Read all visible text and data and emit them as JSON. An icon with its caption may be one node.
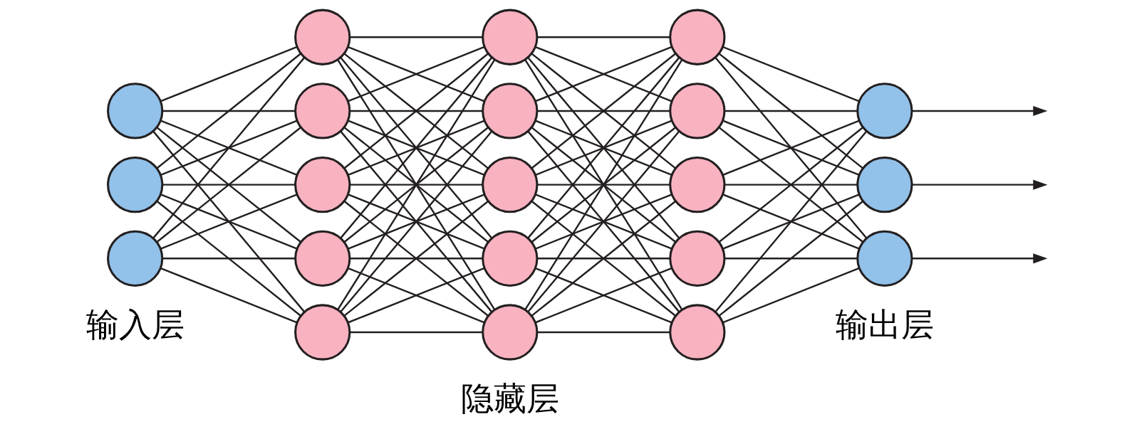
{
  "diagram": {
    "nodes": [
      {
        "text": [],
        "shape": "circle"
      },
      {
        "text": [],
        "shape": "circle"
      },
      {
        "text": [],
        "shape": "circle"
      },
      {
        "text": [],
        "shape": "circle"
      },
      {
        "text": [],
        "shape": "circle"
      },
      {
        "text": [],
        "shape": "circle"
      },
      {
        "text": [],
        "shape": "circle"
      },
      {
        "text": [],
        "shape": "circle"
      },
      {
        "text": [],
        "shape": "circle"
      },
      {
        "text": [],
        "shape": "circle"
      },
      {
        "text": [],
        "shape": "circle"
      },
      {
        "text": [],
        "shape": "circle"
      },
      {
        "text": [],
        "shape": "circle"
      },
      {
        "text": [],
        "shape": "circle"
      },
      {
        "text": [],
        "shape": "circle"
      },
      {
        "text": [],
        "shape": "circle"
      },
      {
        "text": [],
        "shape": "circle"
      },
      {
        "text": [],
        "shape": "circle"
      },
      {
        "text": [],
        "shape": "circle"
      },
      {
        "text": [],
        "shape": "circle"
      },
      {
        "text": [],
        "shape": "circle"
      }
    ],
    "edges": [
      {
        "from": 0,
        "to": 3,
        "arrow": "none"
      },
      {
        "from": 0,
        "to": 4,
        "arrow": "none"
      },
      {
        "from": 0,
        "to": 5,
        "arrow": "none"
      },
      {
        "from": 0,
        "to": 6,
        "arrow": "none"
      },
      {
        "from": 0,
        "to": 7,
        "arrow": "none"
      },
      {
        "from": 1,
        "to": 3,
        "arrow": "none"
      },
      {
        "from": 1,
        "to": 4,
        "arrow": "none"
      },
      {
        "from": 1,
        "to": 5,
        "arrow": "none"
      },
      {
        "from": 1,
        "to": 6,
        "arrow": "none"
      },
      {
        "from": 1,
        "to": 7,
        "arrow": "none"
      },
      {
        "from": 2,
        "to": 3,
        "arrow": "none"
      },
      {
        "from": 2,
        "to": 4,
        "arrow": "none"
      },
      {
        "from": 2,
        "to": 5,
        "arrow": "none"
      },
      {
        "from": 2,
        "to": 6,
        "arrow": "none"
      },
      {
        "from": 2,
        "to": 7,
        "arrow": "none"
      },
      {
        "from": 3,
        "to": 8,
        "arrow": "none"
      },
      {
        "from": 3,
        "to": 9,
        "arrow": "none"
      },
      {
        "from": 3,
        "to": 10,
        "arrow": "none"
      },
      {
        "from": 3,
        "to": 11,
        "arrow": "none"
      },
      {
        "from": 3,
        "to": 12,
        "arrow": "none"
      },
      {
        "from": 4,
        "to": 8,
        "arrow": "none"
      },
      {
        "from": 4,
        "to": 9,
        "arrow": "none"
      },
      {
        "from": 4,
        "to": 10,
        "arrow": "none"
      },
      {
        "from": 4,
        "to": 11,
        "arrow": "none"
      },
      {
        "from": 4,
        "to": 12,
        "arrow": "none"
      },
      {
        "from": 5,
        "to": 8,
        "arrow": "none"
      },
      {
        "from": 5,
        "to": 9,
        "arrow": "none"
      },
      {
        "from": 5,
        "to": 10,
        "arrow": "none"
      },
      {
        "from": 5,
        "to": 11,
        "arrow": "none"
      },
      {
        "from": 5,
        "to": 12,
        "arrow": "none"
      },
      {
        "from": 6,
        "to": 8,
        "arrow": "none"
      },
      {
        "from": 6,
        "to": 9,
        "arrow": "none"
      },
      {
        "from": 6,
        "to": 10,
        "arrow": "none"
      },
      {
        "from": 6,
        "to": 11,
        "arrow": "none"
      },
      {
        "from": 6,
        "to": 12,
        "arrow": "none"
      },
      {
        "from": 7,
        "to": 8,
        "arrow": "none"
      },
      {
        "from": 7,
        "to": 9,
        "arrow": "none"
      },
      {
        "from": 7,
        "to": 10,
        "arrow": "none"
      },
      {
        "from": 7,
        "to": 11,
        "arrow": "none"
      },
      {
        "from": 7,
        "to": 12,
        "arrow": "none"
      },
      {
        "from": 8,
        "to": 13,
        "arrow": "none"
      },
      {
        "from": 8,
        "to": 14,
        "arrow": "none"
      },
      {
        "from": 8,
        "to": 15,
        "arrow": "none"
      },
      {
        "from": 8,
        "to": 16,
        "arrow": "none"
      },
      {
        "from": 8,
        "to": 17,
        "arrow": "none"
      },
      {
        "from": 9,
        "to": 13,
        "arrow": "none"
      },
      {
        "from": 9,
        "to": 14,
        "arrow": "none"
      },
      {
        "from": 9,
        "to": 15,
        "arrow": "none"
      },
      {
        "from": 9,
        "to": 16,
        "arrow": "none"
      },
      {
        "from": 9,
        "to": 17,
        "arrow": "none"
      },
      {
        "from": 10,
        "to": 13,
        "arrow": "none"
      },
      {
        "from": 10,
        "to": 14,
        "arrow": "none"
      },
      {
        "from": 10,
        "to": 15,
        "arrow": "none"
      },
      {
        "from": 10,
        "to": 16,
        "arrow": "none"
      },
      {
        "from": 10,
        "to": 17,
        "arrow": "none"
      },
      {
        "from": 11,
        "to": 13,
        "arrow": "none"
      },
      {
        "from": 11,
        "to": 14,
        "arrow": "none"
      },
      {
        "from": 11,
        "to": 15,
        "arrow": "none"
      },
      {
        "from": 11,
        "to": 16,
        "arrow": "none"
      },
      {
        "from": 11,
        "to": 17,
        "arrow": "none"
      },
      {
        "from": 12,
        "to": 13,
        "arrow": "none"
      },
      {
        "from": 12,
        "to": 14,
        "arrow": "none"
      },
      {
        "from": 12,
        "to": 15,
        "arrow": "none"
      },
      {
        "from": 12,
        "to": 16,
        "arrow": "none"
      },
      {
        "from": 12,
        "to": 17,
        "arrow": "none"
      },
      {
        "from": 13,
        "to": 18,
        "arrow": "none"
      },
      {
        "from": 13,
        "to": 19,
        "arrow": "none"
      },
      {
        "from": 13,
        "to": 20,
        "arrow": "none"
      },
      {
        "from": 14,
        "to": 18,
        "arrow": "none"
      },
      {
        "from": 14,
        "to": 19,
        "arrow": "none"
      },
      {
        "from": 14,
        "to": 20,
        "arrow": "none"
      },
      {
        "from": 15,
        "to": 18,
        "arrow": "none"
      },
      {
        "from": 15,
        "to": 19,
        "arrow": "none"
      },
      {
        "from": 15,
        "to": 20,
        "arrow": "none"
      },
      {
        "from": 16,
        "to": 18,
        "arrow": "none"
      },
      {
        "from": 16,
        "to": 19,
        "arrow": "none"
      },
      {
        "from": 16,
        "to": 20,
        "arrow": "none"
      },
      {
        "from": 17,
        "to": 18,
        "arrow": "none"
      },
      {
        "from": 17,
        "to": 19,
        "arrow": "none"
      },
      {
        "from": 17,
        "to": 20,
        "arrow": "none"
      },
      {
        "from": 18,
        "to": null,
        "arrow": "to"
      },
      {
        "from": 19,
        "to": null,
        "arrow": "to"
      },
      {
        "from": 20,
        "to": null,
        "arrow": "to"
      }
    ],
    "labels": [
      "输入层",
      "输出层",
      "隐藏层"
    ]
  }
}
